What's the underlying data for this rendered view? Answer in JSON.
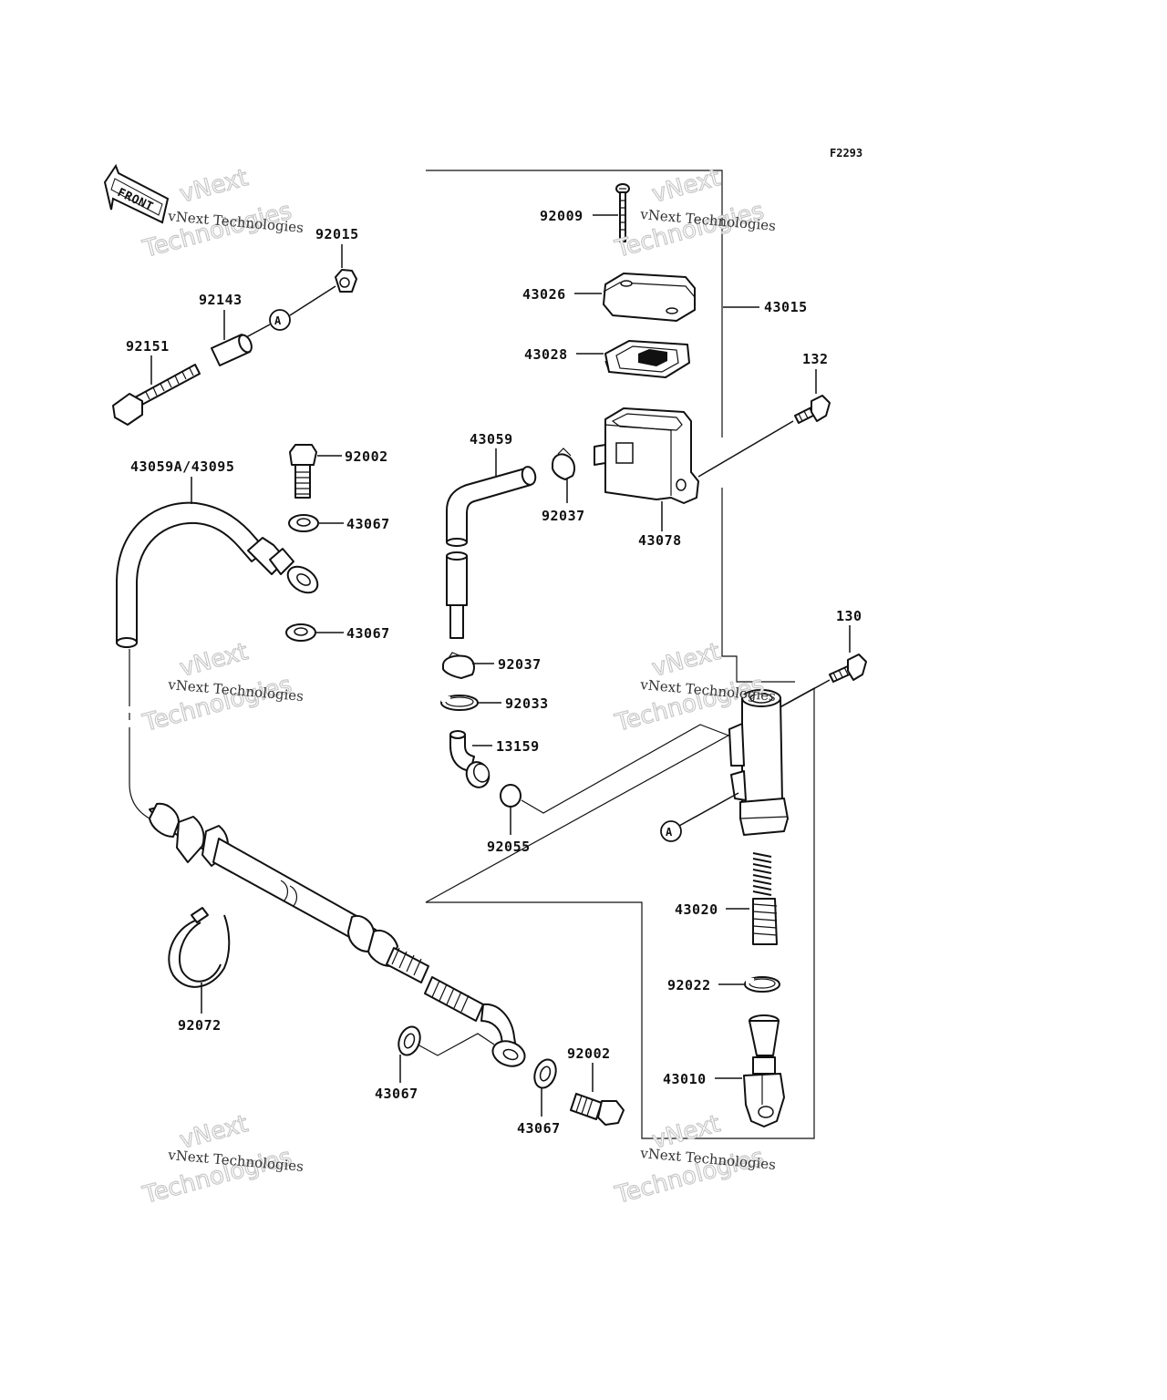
{
  "diagram": {
    "code": "F2293",
    "front_label": "FRONT",
    "ref_marker": "A",
    "watermark_line1": "vNext Technologies",
    "watermark_line2": "Technologies",
    "watermark_top": "vNext",
    "parts": {
      "p92015": "92015",
      "p92143": "92143",
      "p92151": "92151",
      "p92002a": "92002",
      "p43059a": "43059A/43095",
      "p43067a": "43067",
      "p43067b": "43067",
      "p92072": "92072",
      "p43067c": "43067",
      "p43067d": "43067",
      "p92002b": "92002",
      "p92009": "92009",
      "p43026": "43026",
      "p43015": "43015",
      "p43028": "43028",
      "p132": "132",
      "p43059": "43059",
      "p92037a": "92037",
      "p43078": "43078",
      "p130": "130",
      "p92037b": "92037",
      "p92033": "92033",
      "p13159": "13159",
      "p92055": "92055",
      "p43020": "43020",
      "p92022": "92022",
      "p43010": "43010"
    }
  }
}
